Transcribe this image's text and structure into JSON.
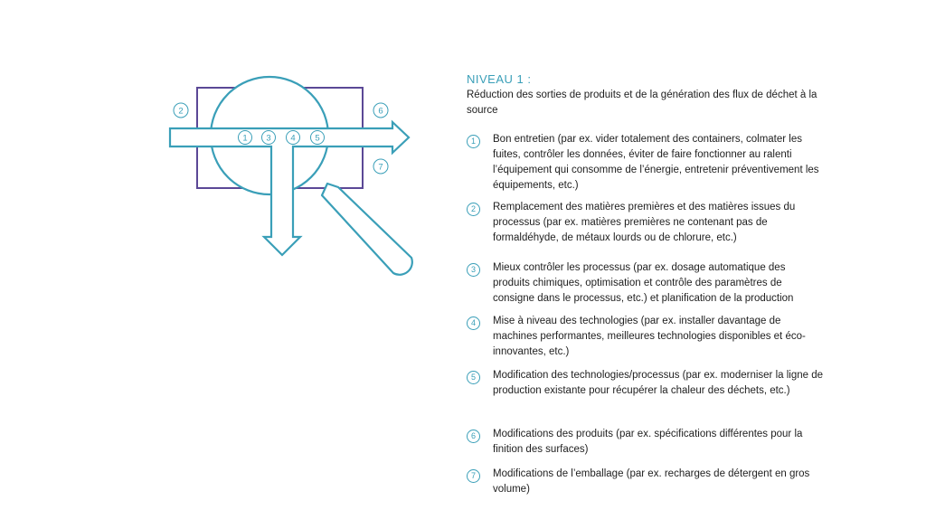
{
  "header": {
    "niveau": "NIVEAU 1 :",
    "subtitle": "Réduction des sorties de produits et de la génération des flux de déchet à la source"
  },
  "diagram": {
    "numbers_inside": [
      "1",
      "3",
      "4",
      "5"
    ],
    "number_left": "2",
    "numbers_right": [
      "6",
      "7"
    ],
    "colors": {
      "teal": "#3a9fb8",
      "purple": "#5b4896"
    }
  },
  "items": [
    {
      "num": "1",
      "text": "Bon entretien (par ex. vider totalement des containers, colmater les fuites, contrôler les données, éviter de faire fonctionner au ralenti l’équipement qui consomme de l’énergie, entretenir préventivement les équipements, etc.)"
    },
    {
      "num": "2",
      "text": "Remplacement des matières premières et des matières issues du processus (par ex. matières premières ne contenant pas de formaldéhyde, de métaux lourds ou de chlorure, etc.)"
    },
    {
      "num": "3",
      "text": "Mieux contrôler les processus (par ex. dosage automatique des produits chimiques, optimisation et contrôle des paramètres de consigne dans le processus, etc.) et planification de la production"
    },
    {
      "num": "4",
      "text": "Mise à niveau des technologies (par ex. installer davantage de machines performantes, meilleures technologies disponibles et éco-innovantes, etc.)"
    },
    {
      "num": "5",
      "text": "Modification des technologies/processus (par ex. moderniser la ligne de production existante pour récupérer la chaleur des déchets, etc.)"
    },
    {
      "num": "6",
      "text": "Modifications des produits (par ex. spécifications différentes pour la finition des surfaces)"
    },
    {
      "num": "7",
      "text": "Modifications de l’emballage (par ex. recharges de détergent en gros volume)"
    }
  ]
}
